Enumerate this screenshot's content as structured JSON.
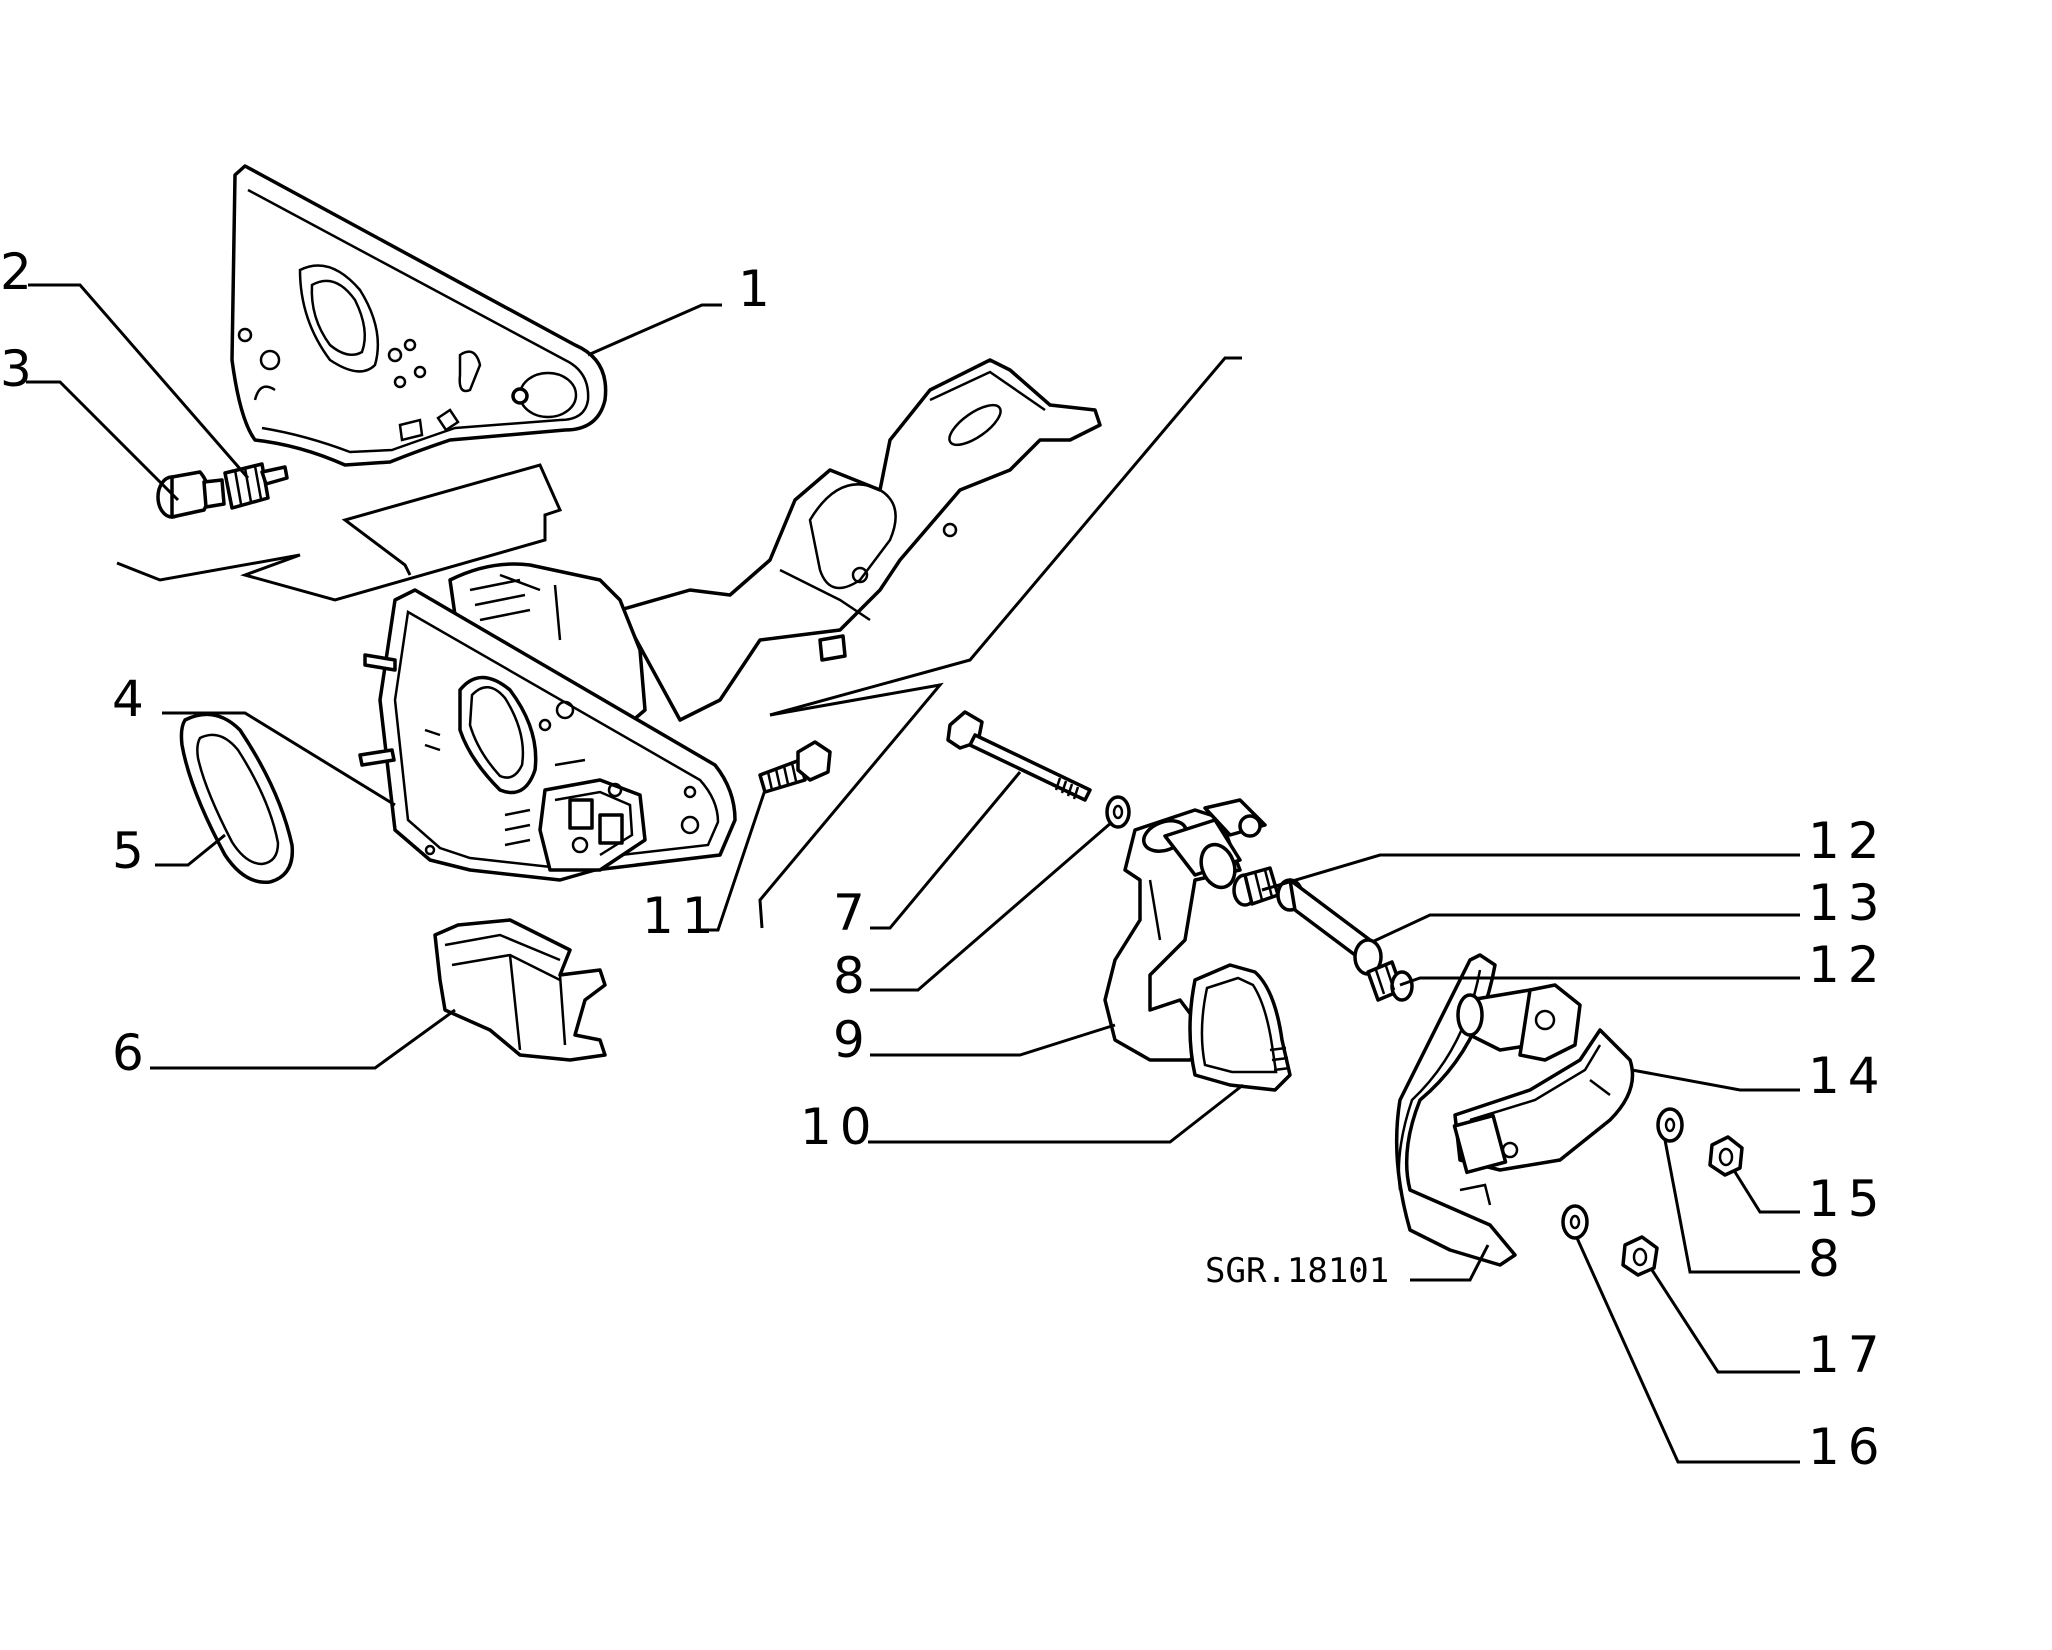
{
  "diagram": {
    "reference_code": "SGR.18101",
    "callouts": [
      {
        "id": "c1",
        "number": "1"
      },
      {
        "id": "c2",
        "number": "2"
      },
      {
        "id": "c3",
        "number": "3"
      },
      {
        "id": "c4",
        "number": "4"
      },
      {
        "id": "c5",
        "number": "5"
      },
      {
        "id": "c6",
        "number": "6"
      },
      {
        "id": "c7",
        "number": "7"
      },
      {
        "id": "c8a",
        "number": "8"
      },
      {
        "id": "c9",
        "number": "9"
      },
      {
        "id": "c10",
        "number": "10"
      },
      {
        "id": "c11",
        "number": "11"
      },
      {
        "id": "c12a",
        "number": "12"
      },
      {
        "id": "c13",
        "number": "13"
      },
      {
        "id": "c12b",
        "number": "12"
      },
      {
        "id": "c14",
        "number": "14"
      },
      {
        "id": "c15",
        "number": "15"
      },
      {
        "id": "c8b",
        "number": "8"
      },
      {
        "id": "c17",
        "number": "17"
      },
      {
        "id": "c16",
        "number": "16"
      }
    ]
  }
}
